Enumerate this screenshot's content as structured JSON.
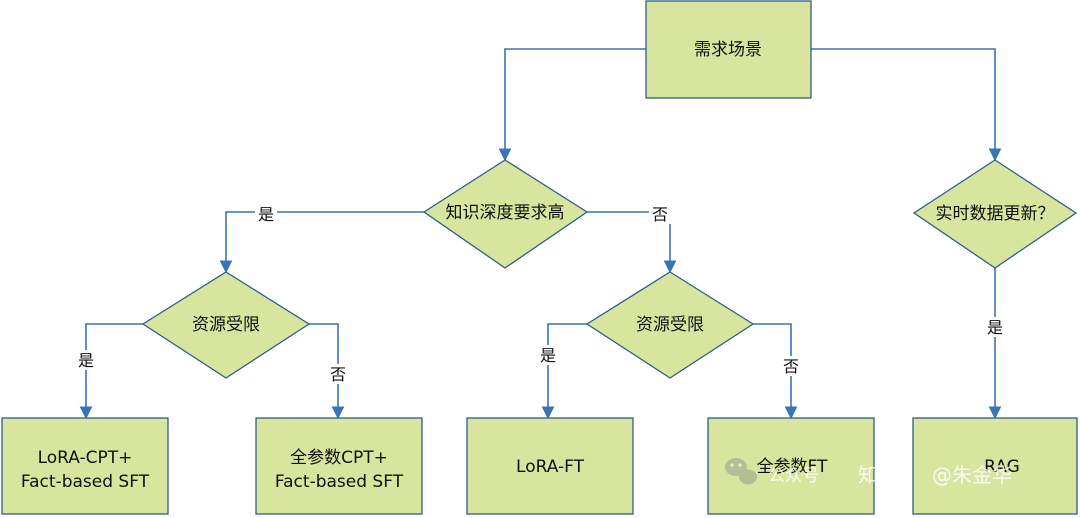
{
  "nodes": {
    "root": "需求场景",
    "knowledge_depth": "知识深度要求高",
    "realtime_update": "实时数据更新？",
    "resource_left": "资源受限",
    "resource_right": "资源受限",
    "lora_cpt": [
      "LoRA-CPT+",
      "Fact-based SFT"
    ],
    "full_cpt": [
      "全参数CPT+",
      "Fact-based SFT"
    ],
    "lora_ft": "LoRA-FT",
    "full_ft": "全参数FT",
    "rag": "RAG"
  },
  "edge_labels": {
    "kd_yes": "是",
    "kd_no": "否",
    "rl_yes": "是",
    "rl_no": "否",
    "rr_yes": "是",
    "rr_no": "否",
    "rt_yes": "是"
  },
  "watermark": {
    "wechat": "公众号",
    "zhihu": "知乎",
    "author": "@朱金华"
  },
  "colors": {
    "node_fill": "#d7e59f",
    "node_border": "#2f5d8a",
    "arrow": "#3b73b9"
  }
}
